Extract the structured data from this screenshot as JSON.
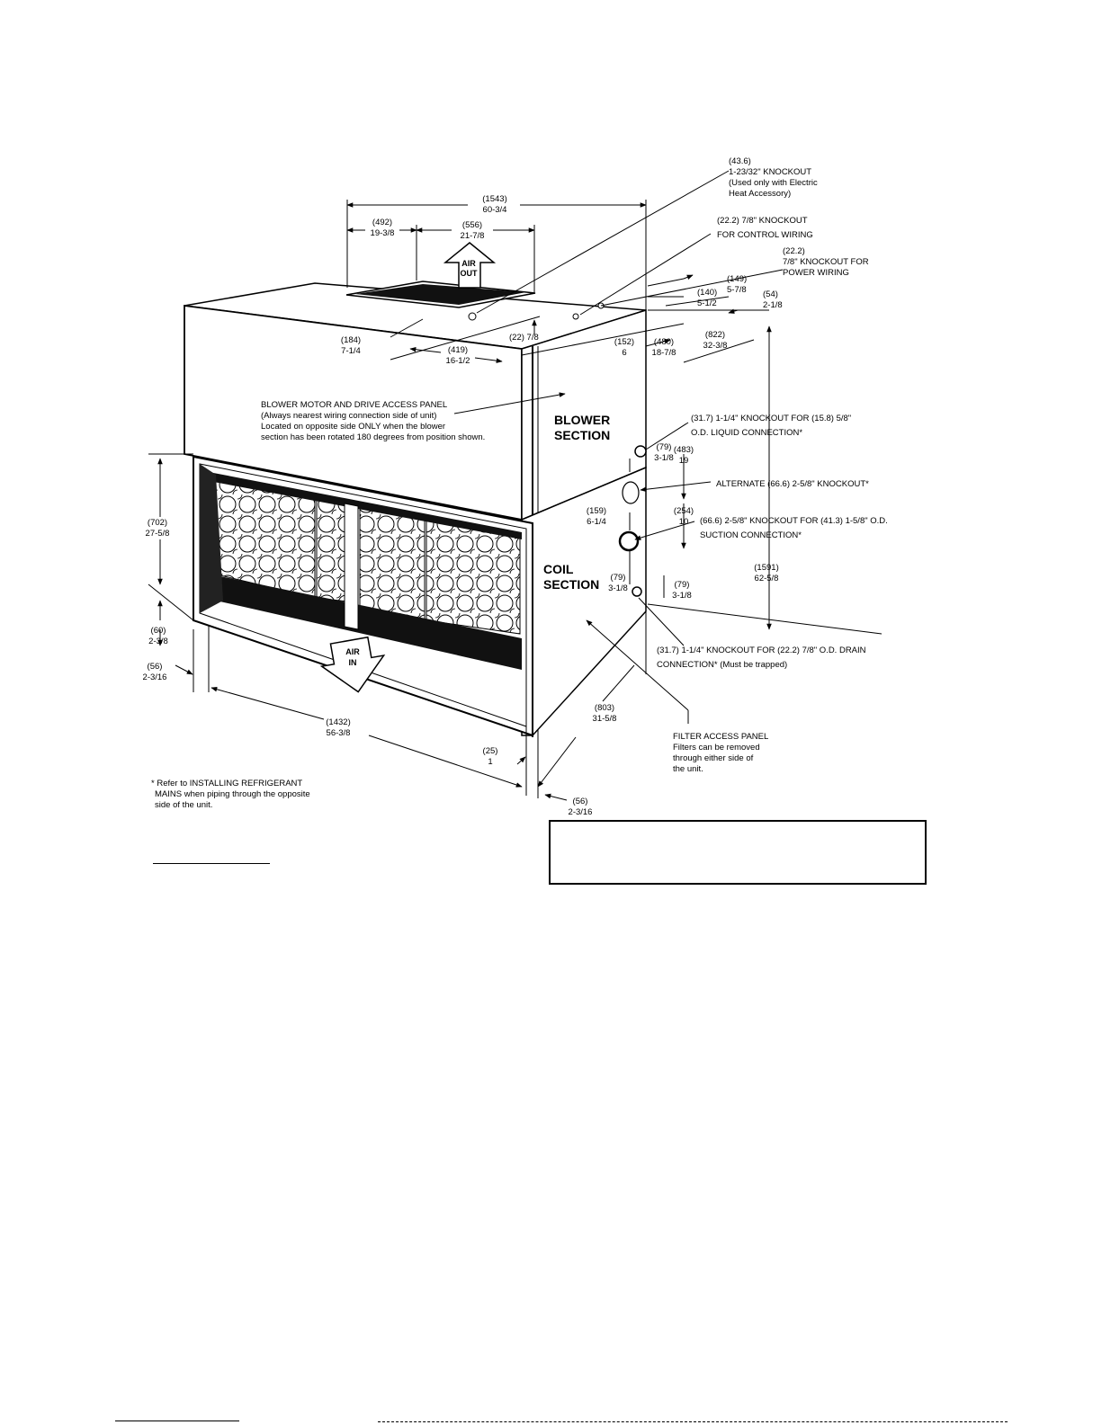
{
  "diagram": {
    "labels": {
      "knockout_electric": [
        "(43.6)",
        "1-23/32\" KNOCKOUT",
        "(Used only with Electric",
        "Heat Accessory)"
      ],
      "knockout_control": [
        "(22.2) 7/8\" KNOCKOUT",
        "FOR CONTROL WIRING"
      ],
      "knockout_power": [
        "(22.2)",
        "7/8\" KNOCKOUT FOR",
        "POWER WIRING"
      ],
      "blower_panel": [
        "BLOWER MOTOR AND DRIVE ACCESS PANEL",
        "(Always nearest wiring connection side of unit)",
        "Located on opposite side ONLY when the blower",
        "section has been rotated 180 degrees from position shown."
      ],
      "liquid_conn": [
        "(31.7) 1-1/4\" KNOCKOUT FOR (15.8) 5/8\"",
        "O.D. LIQUID CONNECTION*"
      ],
      "alternate": "ALTERNATE (66.6) 2-5/8\" KNOCKOUT*",
      "suction_conn": [
        "(66.6) 2-5/8\" KNOCKOUT FOR (41.3) 1-5/8\" O.D.",
        "SUCTION CONNECTION*"
      ],
      "drain_conn": [
        "(31.7) 1-1/4\" KNOCKOUT FOR (22.2) 7/8\" O.D. DRAIN",
        "CONNECTION* (Must be trapped)"
      ],
      "filter_panel": [
        "FILTER ACCESS PANEL",
        "Filters can be removed",
        "through either side of",
        "the unit."
      ],
      "footnote": [
        "* Refer to INSTALLING REFRIGERANT",
        "MAINS when piping through the opposite",
        "side of the unit."
      ]
    },
    "sections": {
      "blower": [
        "BLOWER",
        "SECTION"
      ],
      "coil": [
        "COIL",
        "SECTION"
      ]
    },
    "airflow": {
      "out": [
        "AIR",
        "OUT"
      ],
      "in": [
        "AIR",
        "IN"
      ]
    },
    "dimensions": {
      "width_total": [
        "(1543)",
        "60-3/4"
      ],
      "top_left": [
        "(492)",
        "19-3/8"
      ],
      "top_outlet": [
        "(556)",
        "21-7/8"
      ],
      "d149": [
        "(149)",
        "5-7/8"
      ],
      "d140": [
        "(140)",
        "5-1/2"
      ],
      "d54": [
        "(54)",
        "2-1/8"
      ],
      "d184": [
        "(184)",
        "7-1/4"
      ],
      "d419": [
        "(419)",
        "16-1/2"
      ],
      "d22": "(22)  7/8",
      "d152": [
        "(152)",
        "6"
      ],
      "d480": [
        "(480)",
        "18-7/8"
      ],
      "d822": [
        "(822)",
        "32-3/8"
      ],
      "d79a": [
        "(79)",
        "3-1/8"
      ],
      "d483": [
        "(483)",
        "19"
      ],
      "d159": [
        "(159)",
        "6-1/4"
      ],
      "d254": [
        "(254)",
        "10"
      ],
      "d79b": [
        "(79)",
        "3-1/8"
      ],
      "d79c": [
        "(79)",
        "3-1/8"
      ],
      "d1591": [
        "(1591)",
        "62-5/8"
      ],
      "d702": [
        "(702)",
        "27-5/8"
      ],
      "d60": [
        "(60)",
        "2-3/8"
      ],
      "d56a": [
        "(56)",
        "2-3/16"
      ],
      "d1432": [
        "(1432)",
        "56-3/8"
      ],
      "d25": [
        "(25)",
        "1"
      ],
      "d803": [
        "(803)",
        "31-5/8"
      ],
      "d56b": [
        "(56)",
        "2-3/16"
      ]
    }
  }
}
